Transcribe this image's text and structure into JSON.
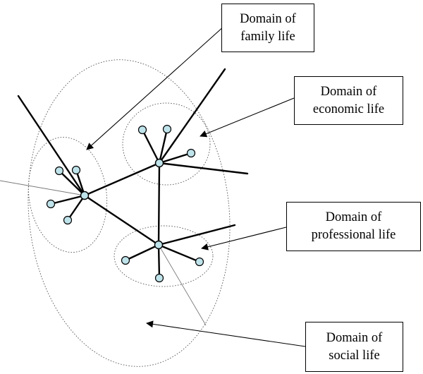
{
  "labels": {
    "family": [
      "Domain of",
      "family life"
    ],
    "economic": [
      "Domain of",
      "economic life"
    ],
    "professional": [
      "Domain of",
      "professional life"
    ],
    "social": [
      "Domain of",
      "social life"
    ]
  },
  "colors": {
    "node_fill": "#bfe3ea",
    "stroke": "#000000"
  }
}
